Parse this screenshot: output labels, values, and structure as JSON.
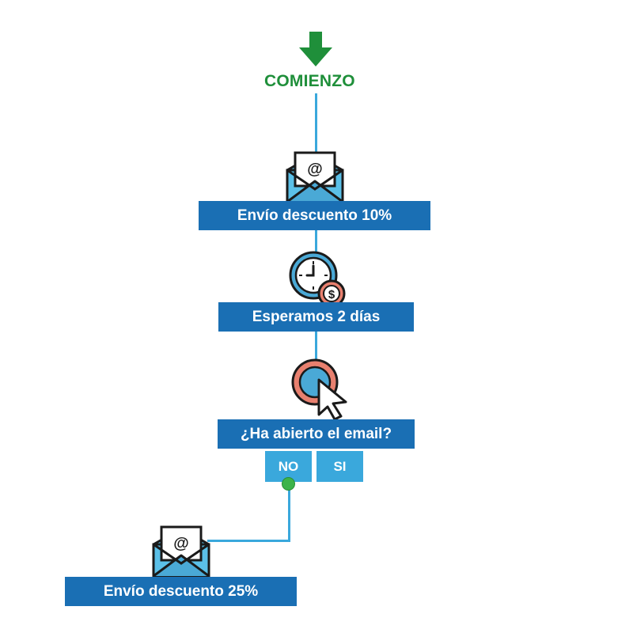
{
  "start": {
    "label": "COMIENZO",
    "color": "#1f8f3a",
    "icon": "down-arrow-icon"
  },
  "steps": [
    {
      "label": "Envío descuento 10%",
      "icon": "email-icon"
    },
    {
      "label": "Esperamos 2 días",
      "icon": "clock-money-icon"
    },
    {
      "label": "¿Ha abierto el email?",
      "icon": "click-cursor-icon"
    }
  ],
  "decision": {
    "no_label": "NO",
    "yes_label": "SI"
  },
  "branch_no": {
    "label": "Envío descuento 25%",
    "icon": "email-icon"
  },
  "colors": {
    "box": "#1a6fb4",
    "option": "#3aa8dc",
    "connector": "#3aa8dc",
    "node": "#3db34a"
  }
}
